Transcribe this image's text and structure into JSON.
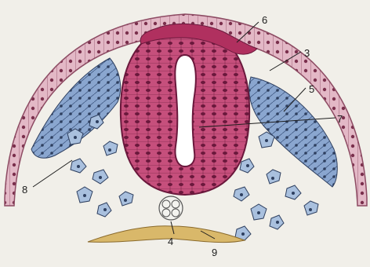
{
  "labels": [
    {
      "id": "ectoderm",
      "text": "3"
    },
    {
      "id": "notochord",
      "text": "4"
    },
    {
      "id": "neural-crest",
      "text": "5"
    },
    {
      "id": "roof-plate",
      "text": "6"
    },
    {
      "id": "neural-canal",
      "text": "7"
    },
    {
      "id": "mesenchyme",
      "text": "8"
    },
    {
      "id": "endoderm",
      "text": "9"
    }
  ],
  "colors": {
    "background": "#f1efe9",
    "neural_tube": "#c64f7c",
    "ectoderm": "#e3b8c6",
    "crest": "#8aa6cf",
    "mesenchyme": "#a9c0de",
    "notochord": "#f3f3ef",
    "endoderm": "#d9b86a",
    "line": "#1d1d1d"
  }
}
